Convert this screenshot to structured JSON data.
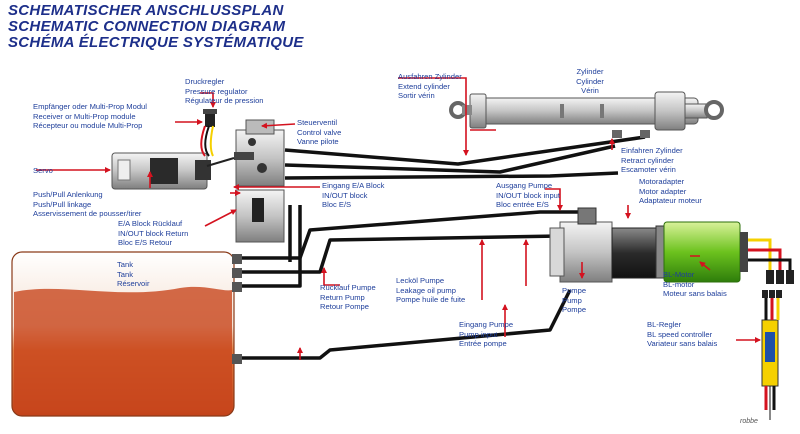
{
  "titles": [
    "SCHEMATISCHER ANSCHLUSSPLAN",
    "SCHEMATIC CONNECTION DIAGRAM",
    "SCHÉMA ÉLECTRIQUE SYSTÉMATIQUE"
  ],
  "labels": {
    "druckregler": [
      "Druckregler",
      "Pressure regulator",
      "Régulateur de pression"
    ],
    "empfaenger": [
      "Empfänger oder Multi-Prop Modul",
      "Receiver or Multi-Prop module",
      "Récepteur ou module Multi-Prop"
    ],
    "servo": [
      "Servo"
    ],
    "anlenkung": [
      "Push/Pull Anlenkung",
      "Push/Pull linkage",
      "Asservissement de pousser/tirer"
    ],
    "steuerventil": [
      "Steuerventil",
      "Control valve",
      "Vanne pilote"
    ],
    "ausfahren": [
      "Ausfahren Zylinder",
      "Extend cylinder",
      "Sortir vérin"
    ],
    "zylinder": [
      "Zylinder",
      "Cylinder",
      "Vérin"
    ],
    "einfahren": [
      "Einfahren Zylinder",
      "Retract cylinder",
      "Escamoter vérin"
    ],
    "eingang_block": [
      "Eingang E/A Block",
      "IN/OUT block",
      "Bloc E/S"
    ],
    "ausgang_pumpe": [
      "Ausgang Pumpe",
      "IN/OUT block input",
      "Bloc entrée E/S"
    ],
    "motoradapter": [
      "Motoradapter",
      "Motor adapter",
      "Adaptateur moteur"
    ],
    "ea_ruecklauf": [
      "E/A Block Rücklauf",
      "IN/OUT block Return",
      "Bloc E/S Retour"
    ],
    "tank": [
      "Tank",
      "Tank",
      "Réservoir"
    ],
    "ruecklauf_pumpe": [
      "Rücklauf Pumpe",
      "Return Pump",
      "Retour Pompe"
    ],
    "leckoel": [
      "Lecköl Pumpe",
      "Leakage oil pump",
      "Pompe huile de fuite"
    ],
    "pumpe": [
      "Pumpe",
      "Pump",
      "Pompe"
    ],
    "bl_motor": [
      "BL-Motor",
      "BL-motor",
      "Moteur sans balais"
    ],
    "eingang_pumpe": [
      "Eingang Pumpe",
      "Pump input",
      "Entrée pompe"
    ],
    "bl_regler": [
      "BL-Regler",
      "BL speed controller",
      "Variateur sans balais"
    ]
  },
  "watermark": "robbe",
  "colors": {
    "label": "#1f3f9b",
    "title": "#1d2f8a",
    "arrow": "#d4121f",
    "hose": "#111111",
    "tank": "#c8461d",
    "motor": "#5fb21a"
  }
}
